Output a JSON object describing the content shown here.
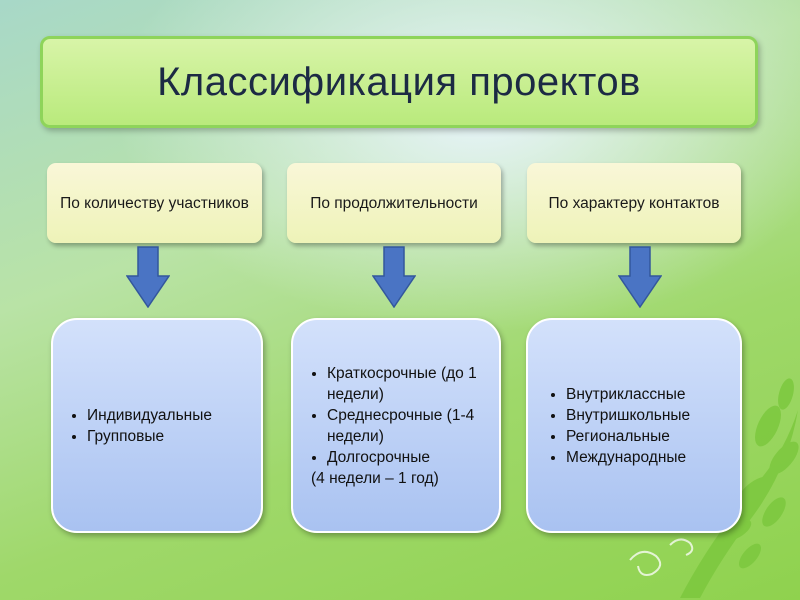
{
  "title": "Классификация проектов",
  "categories": [
    {
      "label": "По количеству участников",
      "items": [
        "Индивидуальные",
        "Групповые"
      ],
      "extra": ""
    },
    {
      "label": "По продолжительности",
      "items": [
        "Краткосрочные (до 1 недели)",
        "Среднесрочные (1-4 недели)",
        "Долгосрочные"
      ],
      "extra": "(4 недели – 1 год)"
    },
    {
      "label": "По характеру контактов",
      "items": [
        "Внутриклассные",
        "Внутришкольные",
        "Региональные",
        "Международные"
      ],
      "extra": ""
    }
  ],
  "colors": {
    "title_border": "#8ed45a",
    "arrow": "#4a74c4",
    "list_box": "#b9cff6"
  }
}
